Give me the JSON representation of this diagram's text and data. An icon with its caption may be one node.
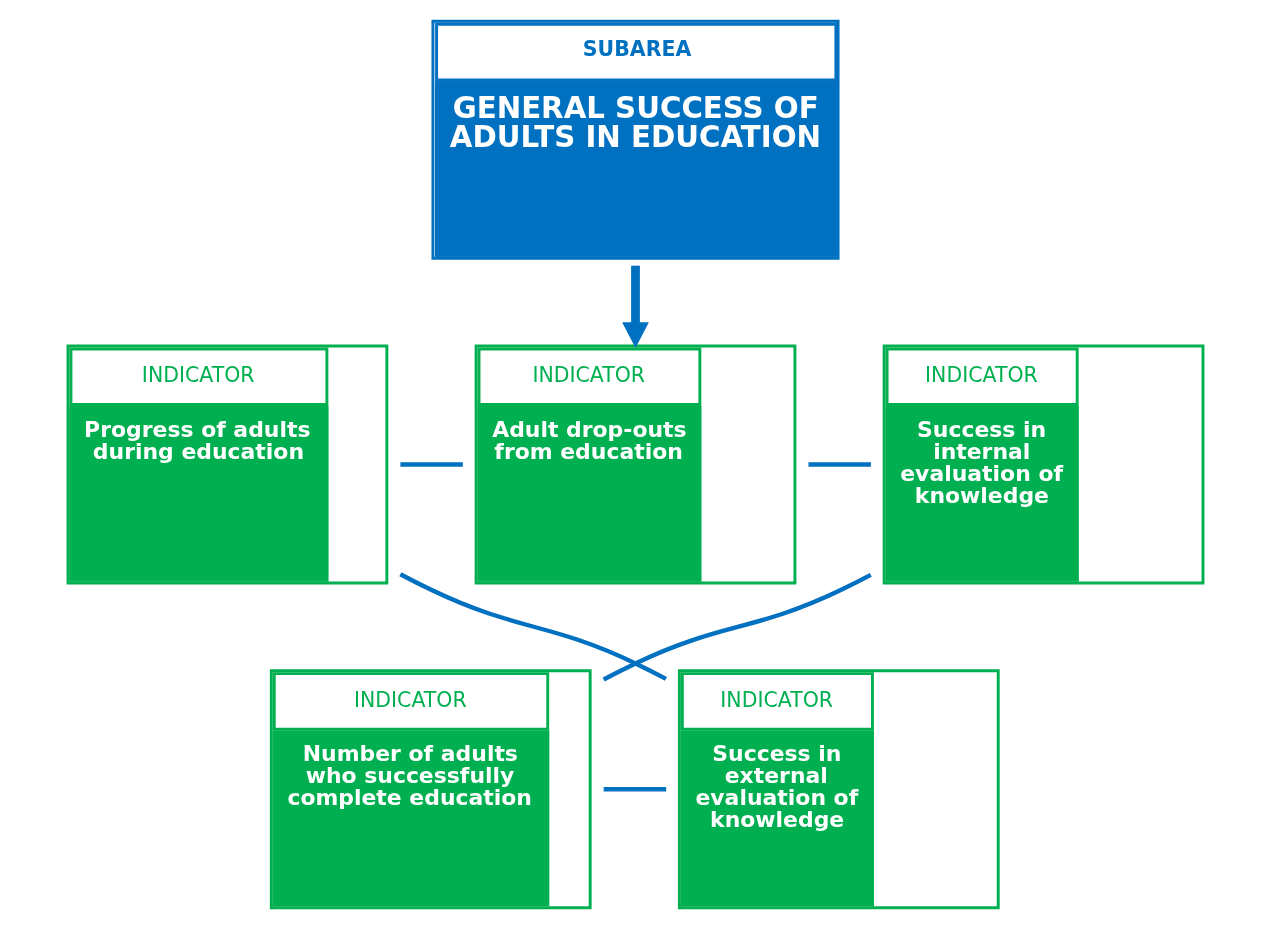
{
  "diagram": {
    "nodes": [
      {
        "text": [
          "SUBAREA",
          "GENERAL SUCCESS OF ADULTS IN EDUCATION"
        ]
      },
      {
        "text": [
          "INDICATOR",
          "Progress of adults during education"
        ]
      },
      {
        "text": [
          "INDICATOR",
          "Adult drop-outs from education"
        ]
      },
      {
        "text": [
          "INDICATOR",
          "Success in internal evaluation of knowledge"
        ]
      },
      {
        "text": [
          "INDICATOR",
          "Success in external evaluation of knowledge"
        ]
      },
      {
        "text": [
          "INDICATOR",
          "Number of adults who successfully complete education"
        ]
      }
    ],
    "edges": [
      {
        "from": 0,
        "to": 2,
        "arrow": "to",
        "style": "thick"
      },
      {
        "from": 1,
        "to": 2,
        "arrow": "none"
      },
      {
        "from": 2,
        "to": 3,
        "arrow": "none"
      },
      {
        "from": 3,
        "to": 5,
        "arrow": "none"
      },
      {
        "from": 5,
        "to": 4,
        "arrow": "none"
      },
      {
        "from": 4,
        "to": 1,
        "arrow": "none"
      }
    ]
  }
}
